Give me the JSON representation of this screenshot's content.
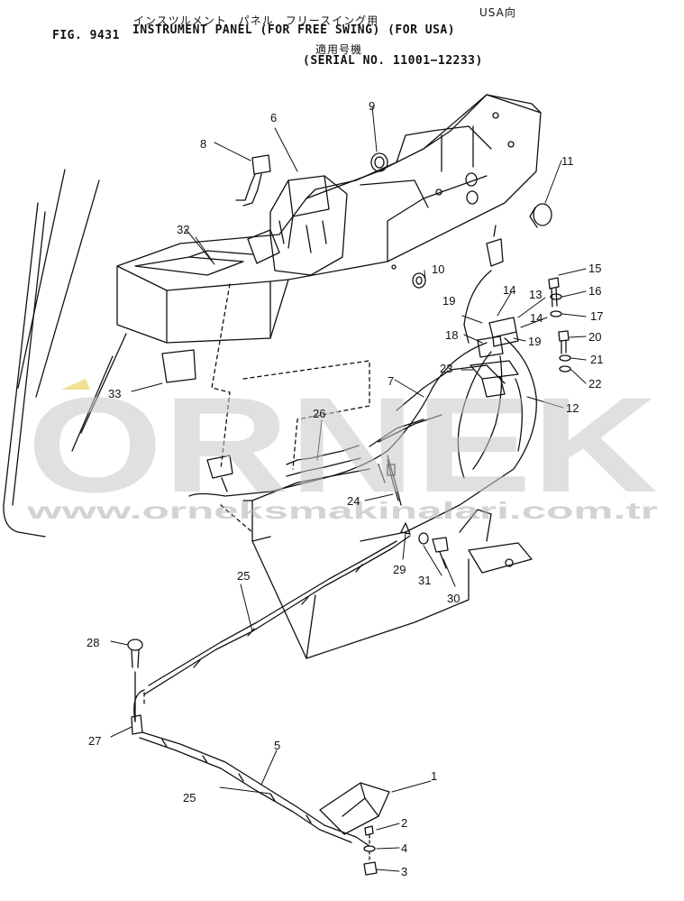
{
  "header": {
    "jp_title": "インスツルメント　パネル　フリースイング用",
    "jp_market": "USA向",
    "fig_no": "FIG. 9431",
    "title": "INSTRUMENT PANEL (FOR FREE SWING) (FOR USA)",
    "jp_serial": "適用号機",
    "serial": "(SERIAL NO. 11001−12233)"
  },
  "watermark": {
    "brand": "ORNEK",
    "url": "www.orneksmakinalari.com.tr"
  },
  "callouts": [
    "1",
    "2",
    "3",
    "4",
    "5",
    "6",
    "7",
    "8",
    "9",
    "10",
    "11",
    "12",
    "13",
    "14",
    "14",
    "15",
    "16",
    "17",
    "18",
    "19",
    "19",
    "20",
    "21",
    "22",
    "23",
    "24",
    "25",
    "25",
    "26",
    "27",
    "28",
    "29",
    "30",
    "31",
    "32",
    "33"
  ],
  "colors": {
    "line": "#111111",
    "watermark": "#c8c8c8",
    "accent": "#e8c840"
  }
}
